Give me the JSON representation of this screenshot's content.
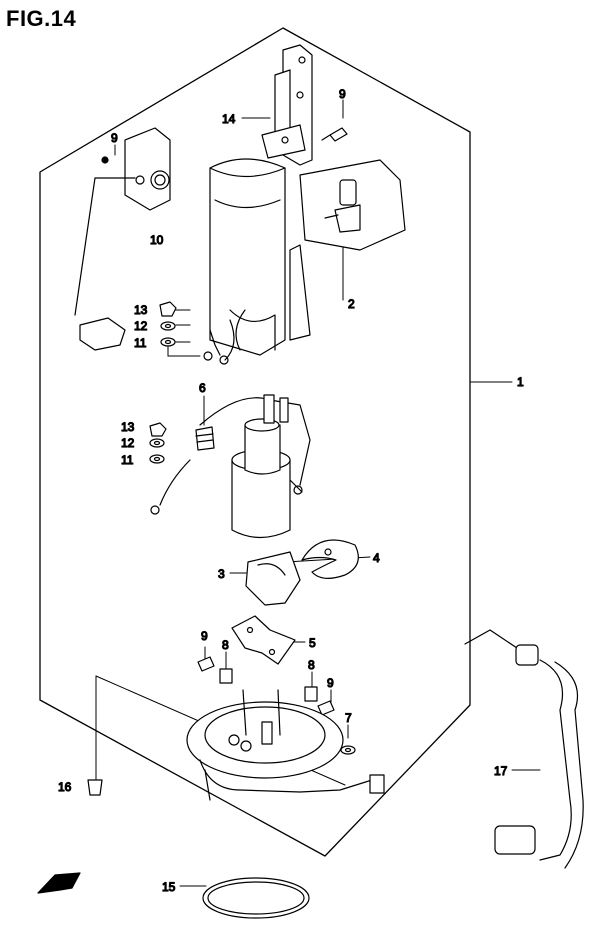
{
  "figure": {
    "title": "FIG.14",
    "fwd_label": "FWD"
  },
  "callouts": [
    {
      "id": "c1",
      "text": "1"
    },
    {
      "id": "c2",
      "text": "2"
    },
    {
      "id": "c3",
      "text": "3"
    },
    {
      "id": "c4",
      "text": "4"
    },
    {
      "id": "c5",
      "text": "5"
    },
    {
      "id": "c6",
      "text": "6"
    },
    {
      "id": "c7",
      "text": "7"
    },
    {
      "id": "c8a",
      "text": "8"
    },
    {
      "id": "c8b",
      "text": "8"
    },
    {
      "id": "c9a",
      "text": "9"
    },
    {
      "id": "c9b",
      "text": "9"
    },
    {
      "id": "c9c",
      "text": "9"
    },
    {
      "id": "c9d",
      "text": "9"
    },
    {
      "id": "c10",
      "text": "10"
    },
    {
      "id": "c11a",
      "text": "11"
    },
    {
      "id": "c11b",
      "text": "11"
    },
    {
      "id": "c12a",
      "text": "12"
    },
    {
      "id": "c12b",
      "text": "12"
    },
    {
      "id": "c13a",
      "text": "13"
    },
    {
      "id": "c13b",
      "text": "13"
    },
    {
      "id": "c14",
      "text": "14"
    },
    {
      "id": "c15",
      "text": "15"
    },
    {
      "id": "c16",
      "text": "16"
    },
    {
      "id": "c17",
      "text": "17"
    }
  ]
}
